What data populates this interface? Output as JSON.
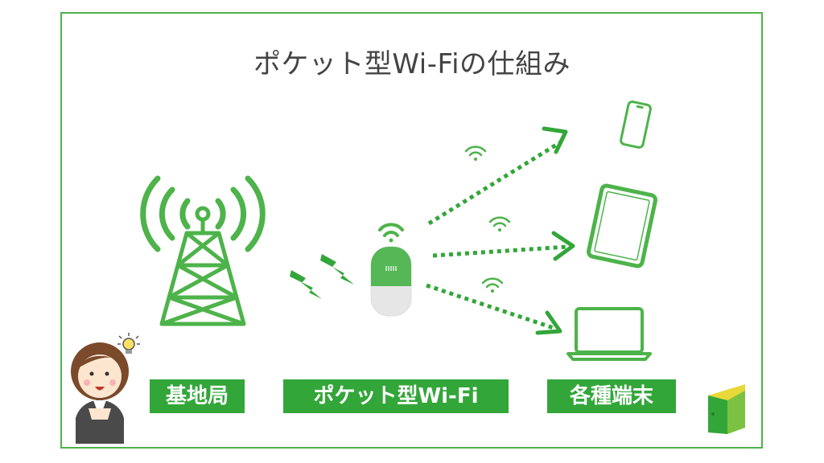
{
  "title": "ポケット型Wi-Fiの仕組み",
  "labels": {
    "base_station": "基地局",
    "pocket_wifi": "ポケット型Wi-Fi",
    "devices": "各種端末"
  },
  "colors": {
    "green": "#4db34a",
    "label_green": "#33a63a",
    "text": "#444444"
  },
  "icons": {
    "tower": "radio-tower-icon",
    "router": "pocket-wifi-router-icon",
    "smartphone": "smartphone-icon",
    "tablet": "tablet-icon",
    "laptop": "laptop-icon",
    "wifi": "wifi-signal-icon",
    "lightning": "lightning-bolt-icon",
    "person": "woman-character-illustration",
    "lightbulb": "lightbulb-icon",
    "logo": "door-logo-icon"
  }
}
